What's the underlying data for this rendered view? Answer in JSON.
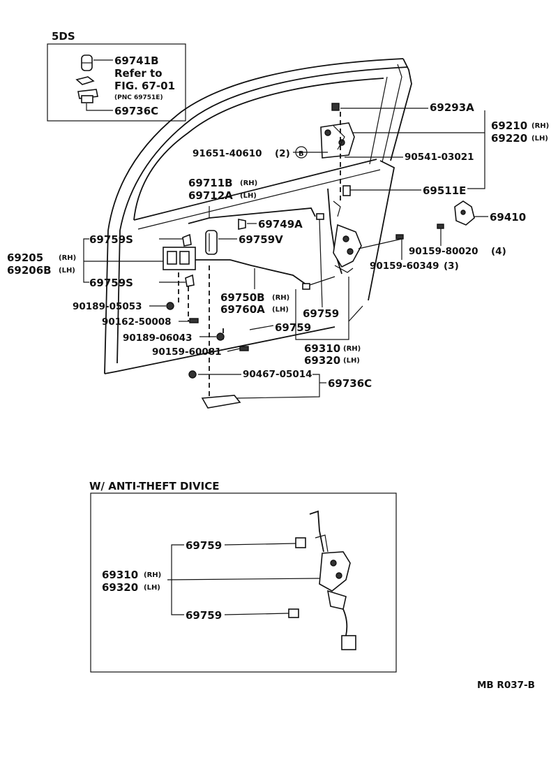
{
  "inset_5ds": {
    "title": "5DS",
    "p1": "69741B",
    "refer_line1": "Refer to",
    "refer_line2": "FIG. 67-01",
    "refer_pnc": "(PNC 69751E)",
    "p2": "69736C"
  },
  "parts": {
    "p69293A": "69293A",
    "p69210": "69210",
    "p69220": "69220",
    "rh": "(RH)",
    "lh": "(LH)",
    "p91651": "91651-40610",
    "q2": "(2)",
    "circle_b": "B",
    "p90541": "90541-03021",
    "p69511E": "69511E",
    "p69711B": "69711B",
    "p69712A": "69712A",
    "p69749A": "69749A",
    "p69410": "69410",
    "p69759S_top": "69759S",
    "p69759V": "69759V",
    "p90159_80020": "90159-80020",
    "q4": "(4)",
    "p90159_60349": "90159-60349",
    "q3": "(3)",
    "p69205": "69205",
    "p69206B": "69206B",
    "p69759S_bot": "69759S",
    "p69750B": "69750B",
    "p69760A": "69760A",
    "p90189_05053": "90189-05053",
    "p69759_a": "69759",
    "p90162_50008": "90162-50008",
    "p69759_b": "69759",
    "p90189_06043": "90189-06043",
    "p69310": "69310",
    "p69320": "69320",
    "p90159_60081": "90159-60081",
    "p90467_05014": "90467-05014",
    "p69736C": "69736C"
  },
  "anti_theft": {
    "title": "W/ ANTI-THEFT  DIVICE",
    "p69759_top": "69759",
    "p69310": "69310",
    "p69320": "69320",
    "rh": "(RH)",
    "lh": "(LH)",
    "p69759_bot": "69759"
  },
  "footer": {
    "code": "MB   R037-B"
  }
}
